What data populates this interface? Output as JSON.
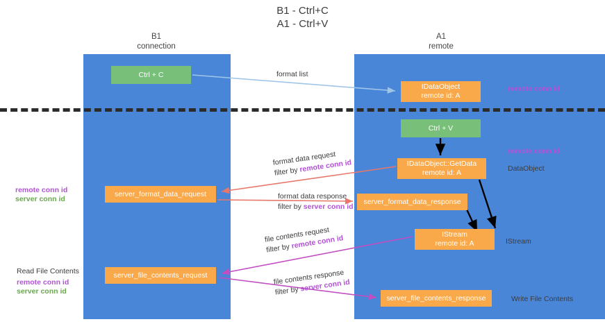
{
  "title": {
    "line1": "B1 - Ctrl+C",
    "line2": "A1 - Ctrl+V"
  },
  "lanes": [
    {
      "id": "b1",
      "name": "B1",
      "role": "connection",
      "color": "#4a86d8"
    },
    {
      "id": "a1",
      "name": "A1",
      "role": "remote",
      "color": "#4a86d8"
    }
  ],
  "boxes": {
    "ctrl_c": {
      "line1": "Ctrl + C",
      "color": "#78c07a"
    },
    "idataobject": {
      "line1": "IDataObject",
      "line2": "remote id: A",
      "color": "#f9a84a"
    },
    "ctrl_v": {
      "line1": "Ctrl + V",
      "color": "#78c07a"
    },
    "getdata": {
      "line1": "IDataObject::GetData",
      "line2": "remote id: A",
      "color": "#f9a84a"
    },
    "server_format_data_request": {
      "line1": "server_format_data_request",
      "color": "#f9a84a"
    },
    "server_format_data_response": {
      "line1": "server_format_data_response",
      "color": "#f9a84a"
    },
    "istream": {
      "line1": "IStream",
      "line2": "remote id: A",
      "color": "#f9a84a"
    },
    "server_file_contents_request": {
      "line1": "server_file_contents_request",
      "color": "#f9a84a"
    },
    "server_file_contents_response": {
      "line1": "server_file_contents_response",
      "color": "#f9a84a"
    }
  },
  "annotations": {
    "format_list": "format list",
    "format_data_request": "format data request",
    "format_data_request_filter_prefix": "filter by ",
    "format_data_request_filter_key": "remote conn id",
    "format_data_response": "format data response",
    "format_data_response_filter_prefix": "filter by ",
    "format_data_response_filter_key": "server conn id",
    "file_contents_request": "file contents request",
    "file_contents_request_filter_prefix": "filter by ",
    "file_contents_request_filter_key": "remote conn id",
    "file_contents_response": "file contents response",
    "file_contents_response_filter_prefix": "filter by ",
    "file_contents_response_filter_key": "server conn id"
  },
  "side_labels": {
    "remote_conn_id_top": "remote conn id",
    "remote_conn_id_mid": "remote conn id",
    "dataobject": "DataObject",
    "istream": "IStream",
    "write_file_contents": "Write File Contents",
    "read_file_contents": "Read File Contents"
  },
  "legends": {
    "mid": {
      "remote": "remote conn id",
      "server": "server conn id"
    },
    "bottom": {
      "remote": "remote conn id",
      "server": "server conn id"
    }
  },
  "colors": {
    "lane": "#4a86d8",
    "orange": "#f9a84a",
    "green": "#78c07a",
    "purple": "#b452d8",
    "green_text": "#6aa84f",
    "arrow_blue": "#9fc5e8",
    "arrow_red": "#e8776a",
    "arrow_magenta": "#c24fc2",
    "arrow_black": "#000000",
    "divider": "#2b2b2b"
  }
}
